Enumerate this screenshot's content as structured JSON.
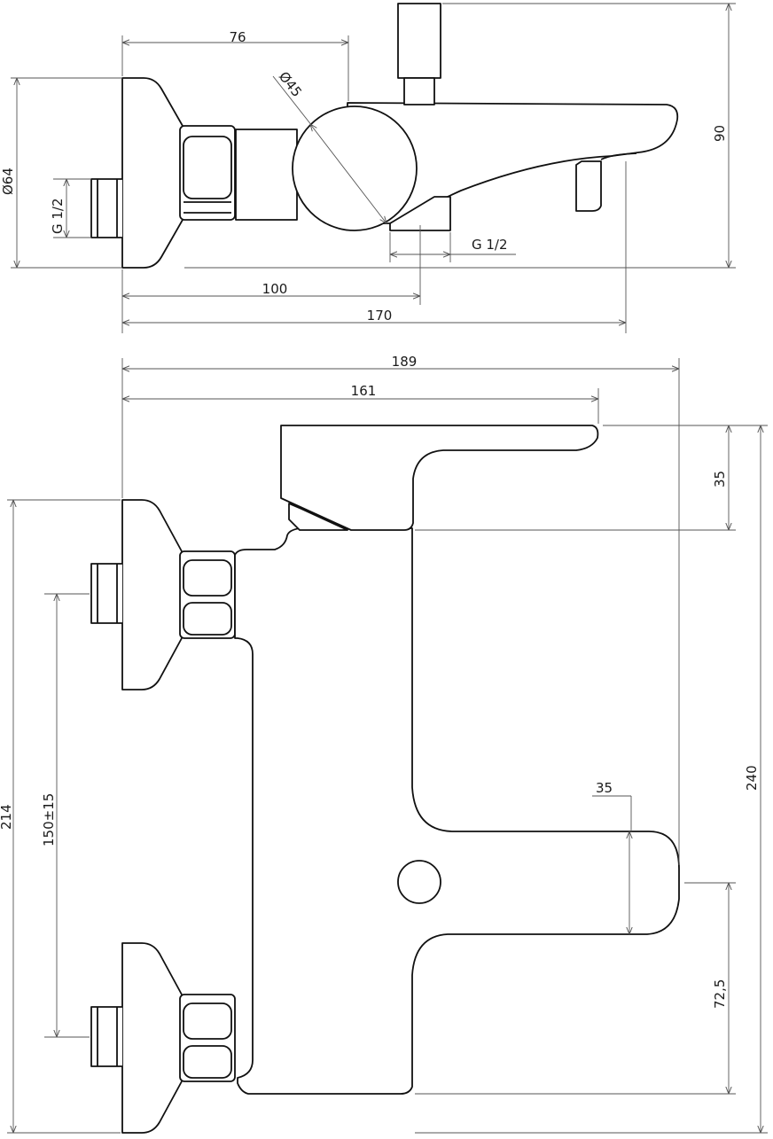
{
  "dimensions": {
    "side": {
      "d76": "76",
      "dia45": "Ø45",
      "dia64": "Ø64",
      "g12_left": "G 1/2",
      "g12_bottom": "G 1/2",
      "d100": "100",
      "d170": "170",
      "d90": "90"
    },
    "top": {
      "d189": "189",
      "d161": "161",
      "d35_handle": "35",
      "d214": "214",
      "d150": "150±15",
      "d240": "240",
      "d35_spout": "35",
      "d72_5": "72,5"
    }
  },
  "colors": {
    "line": "#111111",
    "dimension": "#555555",
    "background": "#ffffff"
  }
}
